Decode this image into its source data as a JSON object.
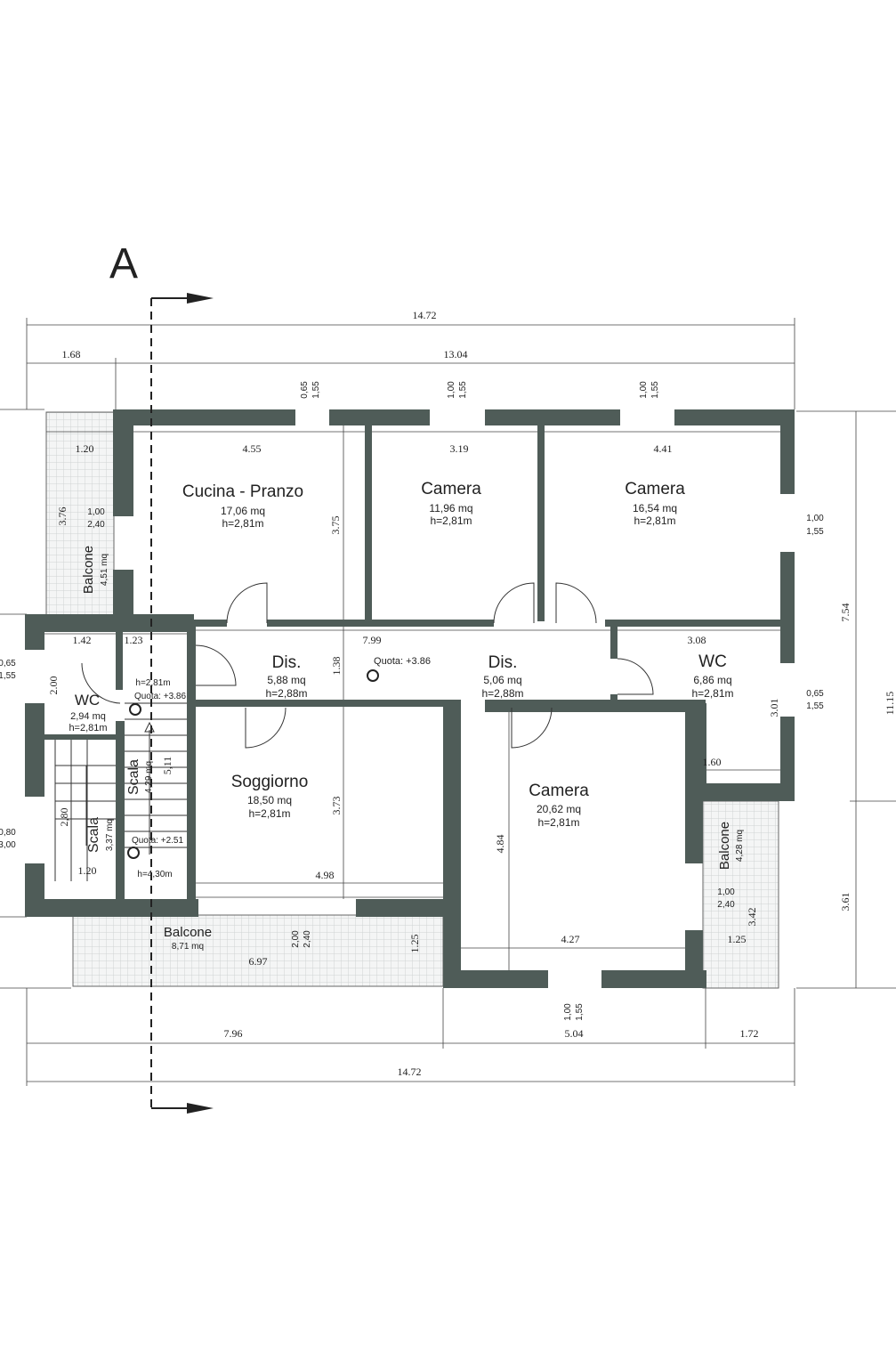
{
  "section_marker": "A",
  "colors": {
    "wall": "#4f5c58",
    "tile": "#d9dcdc",
    "line": "#333333"
  },
  "rooms": {
    "cucina": {
      "name": "Cucina - Pranzo",
      "area": "17,06 mq",
      "height": "h=2,81m"
    },
    "camera1": {
      "name": "Camera",
      "area": "11,96 mq",
      "height": "h=2,81m"
    },
    "camera2": {
      "name": "Camera",
      "area": "16,54 mq",
      "height": "h=2,81m"
    },
    "dis1": {
      "name": "Dis.",
      "area": "5,88 mq",
      "height": "h=2,88m"
    },
    "dis2": {
      "name": "Dis.",
      "area": "5,06 mq",
      "height": "h=2,88m"
    },
    "wc_right": {
      "name": "WC",
      "area": "6,86 mq",
      "height": "h=2,81m"
    },
    "wc_left": {
      "name": "WC",
      "area": "2,94 mq",
      "height": "h=2,81m"
    },
    "soggiorno": {
      "name": "Soggiorno",
      "area": "18,50 mq",
      "height": "h=2,81m"
    },
    "camera3": {
      "name": "Camera",
      "area": "20,62 mq",
      "height": "h=2,81m"
    },
    "scala1": {
      "name": "Scala",
      "area": "4,29 mq"
    },
    "scala2": {
      "name": "Scala",
      "area": "3,37 mq"
    },
    "balcone_left": {
      "name": "Balcone",
      "area": "4,51 mq"
    },
    "balcone_right": {
      "name": "Balcone",
      "area": "4,28 mq"
    },
    "balcone_bottom": {
      "name": "Balcone",
      "area": "8,71 mq"
    }
  },
  "levels": {
    "quota_dis": "Quota: +3.86",
    "quota_stair_top": "Quota: +3.86",
    "quota_stair_bottom": "Quota: +2.51",
    "stair_h_top": "h=2,81m",
    "stair_h_bottom": "h=4,30m"
  },
  "dimensions": {
    "top_total": "14.72",
    "top_left": "1.68",
    "top_right": "13.04",
    "w_top1_a": "0,65",
    "w_top1_b": "1,55",
    "w_top2_a": "1,00",
    "w_top2_b": "1,55",
    "w_top3_a": "1,00",
    "w_top3_b": "1,55",
    "w_r1_a": "1,00",
    "w_r1_b": "1,55",
    "w_r2_a": "0,65",
    "w_r2_b": "1,55",
    "w_l1_a": "0,65",
    "w_l1_b": "1,55",
    "w_l2_a": "0,80",
    "w_l2_b": "3,00",
    "w_bal_l_a": "1,00",
    "w_bal_l_b": "2,40",
    "w_bal_r_a": "1,00",
    "w_bal_r_b": "2,40",
    "w_sog_a": "2,00",
    "w_sog_b": "2,40",
    "w_bot_a": "1,00",
    "w_bot_b": "1,55",
    "bal_l_w": "1.20",
    "cucina_w": "4.55",
    "cam1_w": "3.19",
    "cam2_w": "4.41",
    "bal_l_h": "3.76",
    "cucina_h": "3.75",
    "wc_l_w": "1.42",
    "stair_w": "1.23",
    "dis_w": "7.99",
    "wc_r_w": "3.08",
    "wc_l_h": "2.00",
    "dis_h": "1.38",
    "wc_r_h": "3.01",
    "wc_r_w2": "1.60",
    "stair_len": "5,11",
    "stair2_h": "2,80",
    "stair2_w": "1.20",
    "sog_h": "3.73",
    "sog_w": "4.98",
    "cam3_h": "4.84",
    "cam3_w": "4.27",
    "bal_b_w": "6.97",
    "bal_b_h": "1.25",
    "bal_r_w": "1.25",
    "bal_r_h": "3.42",
    "bot_left": "7.96",
    "bot_mid": "5.04",
    "bot_right": "1.72",
    "bot_total": "14.72",
    "right_upper": "7.54",
    "right_total": "11.15",
    "right_lower": "3.61"
  }
}
